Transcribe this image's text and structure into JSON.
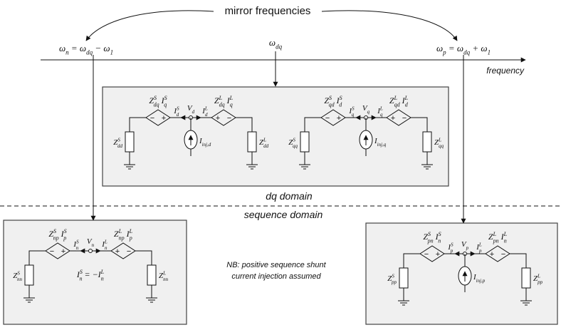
{
  "labels": {
    "mirror": "mirror frequencies",
    "frequency": "frequency",
    "dq_domain": "dq domain",
    "sequence_domain": "sequence domain",
    "note_line1": "NB: positive sequence shunt",
    "note_line2": "current injection assumed"
  },
  "axis": {
    "omega_n": "ω_n = ω_dq − ω_1",
    "omega_dq": "ω_dq",
    "omega_p": "ω_p = ω_dq + ω_1"
  },
  "circuits": {
    "d": {
      "src_left": "Z^S_dq I^S_q",
      "src_right": "Z^L_dq I^L_q",
      "i_left": "I^S_d",
      "v": "V_d",
      "i_right": "I^L_d",
      "z_left": "Z^S_dd",
      "z_right": "Z^L_dd",
      "inj": "I_inj,d"
    },
    "q": {
      "src_left": "Z^S_qd I^S_d",
      "src_right": "Z^L_qd I^L_d",
      "i_left": "I^S_q",
      "v": "V_q",
      "i_right": "I^L_q",
      "z_left": "Z^S_qq",
      "z_right": "Z^L_qq",
      "inj": "I_inj,q"
    },
    "n": {
      "src_left": "Z^S_np I^S_p",
      "src_right": "Z^L_np I^L_p",
      "i_left": "I^S_n",
      "v": "V_n",
      "i_right": "I^L_n",
      "z_left": "Z^S_nn",
      "z_right": "Z^L_nn",
      "eq": "I^S_n = −I^L_n"
    },
    "p": {
      "src_left": "Z^S_pn I^S_n",
      "src_right": "Z^L_pn I^L_n",
      "i_left": "I^S_p",
      "v": "V_p",
      "i_right": "I^L_p",
      "z_left": "Z^S_pp",
      "z_right": "Z^L_pp",
      "inj": "I_inj,p"
    }
  }
}
